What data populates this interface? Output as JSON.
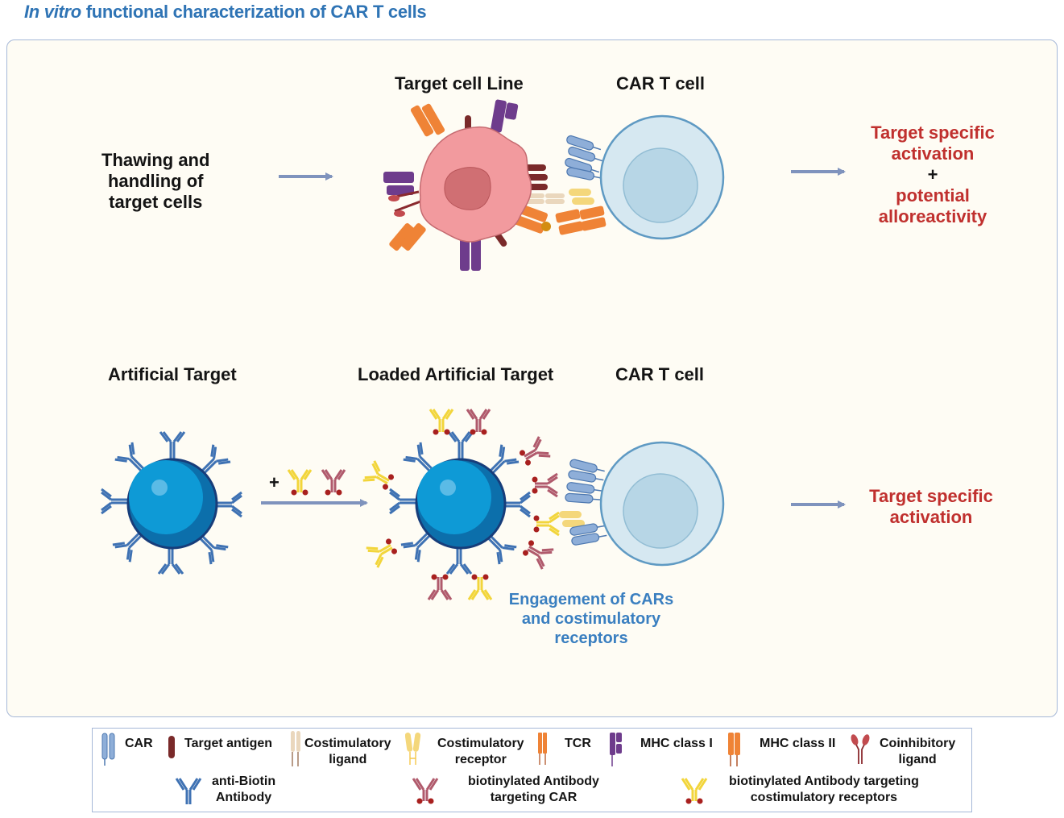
{
  "title": {
    "italic": "In vitro",
    "rest": " functional characterization of CAR T cells"
  },
  "colors": {
    "title_blue": "#2f74b5",
    "outcome_red": "#c0302e",
    "arrow": "#7f93bd",
    "panel_bg": "#fefcf4",
    "bead_blue": "#0e8fd0",
    "car_blue": "#6f97cb",
    "target_cell_pink": "#f29a9e",
    "tcell_blue": "#d6e8f1"
  },
  "top_row": {
    "step_label": "Thawing and\nhandling of\ntarget cells",
    "target_cell_label": "Target cell Line",
    "car_t_label": "CAR T cell",
    "outcome_line1": "Target specific",
    "outcome_line2": "activation",
    "outcome_plus": "+",
    "outcome_line3": "potential",
    "outcome_line4": "alloreactivity"
  },
  "bottom_row": {
    "artificial_target_label": "Artificial Target",
    "plus_sign": "+",
    "loaded_target_label": "Loaded Artificial Target",
    "car_t_label": "CAR T cell",
    "engagement_line1": "Engagement of CARs",
    "engagement_line2": "and costimulatory",
    "engagement_line3": "receptors",
    "outcome_line1": "Target specific",
    "outcome_line2": "activation"
  },
  "legend": {
    "items": [
      {
        "icon": "car-icon",
        "label": "CAR"
      },
      {
        "icon": "target-antigen-icon",
        "label": "Target antigen"
      },
      {
        "icon": "costimulatory-ligand-icon",
        "label": "Costimulatory\nligand"
      },
      {
        "icon": "costimulatory-receptor-icon",
        "label": "Costimulatory\nreceptor"
      },
      {
        "icon": "tcr-icon",
        "label": "TCR"
      },
      {
        "icon": "mhc-class-i-icon",
        "label": "MHC class I"
      },
      {
        "icon": "mhc-class-ii-icon",
        "label": "MHC class II"
      },
      {
        "icon": "coinhibitory-ligand-icon",
        "label": "Coinhibitory\nligand"
      },
      {
        "icon": "anti-biotin-antibody-icon",
        "label": "anti-Biotin\nAntibody"
      },
      {
        "icon": "biotinylated-antibody-car-icon",
        "label": "biotinylated Antibody\ntargeting CAR"
      },
      {
        "icon": "biotinylated-antibody-costim-icon",
        "label": "biotinylated Antibody targeting\ncostimulatory receptors"
      }
    ]
  }
}
